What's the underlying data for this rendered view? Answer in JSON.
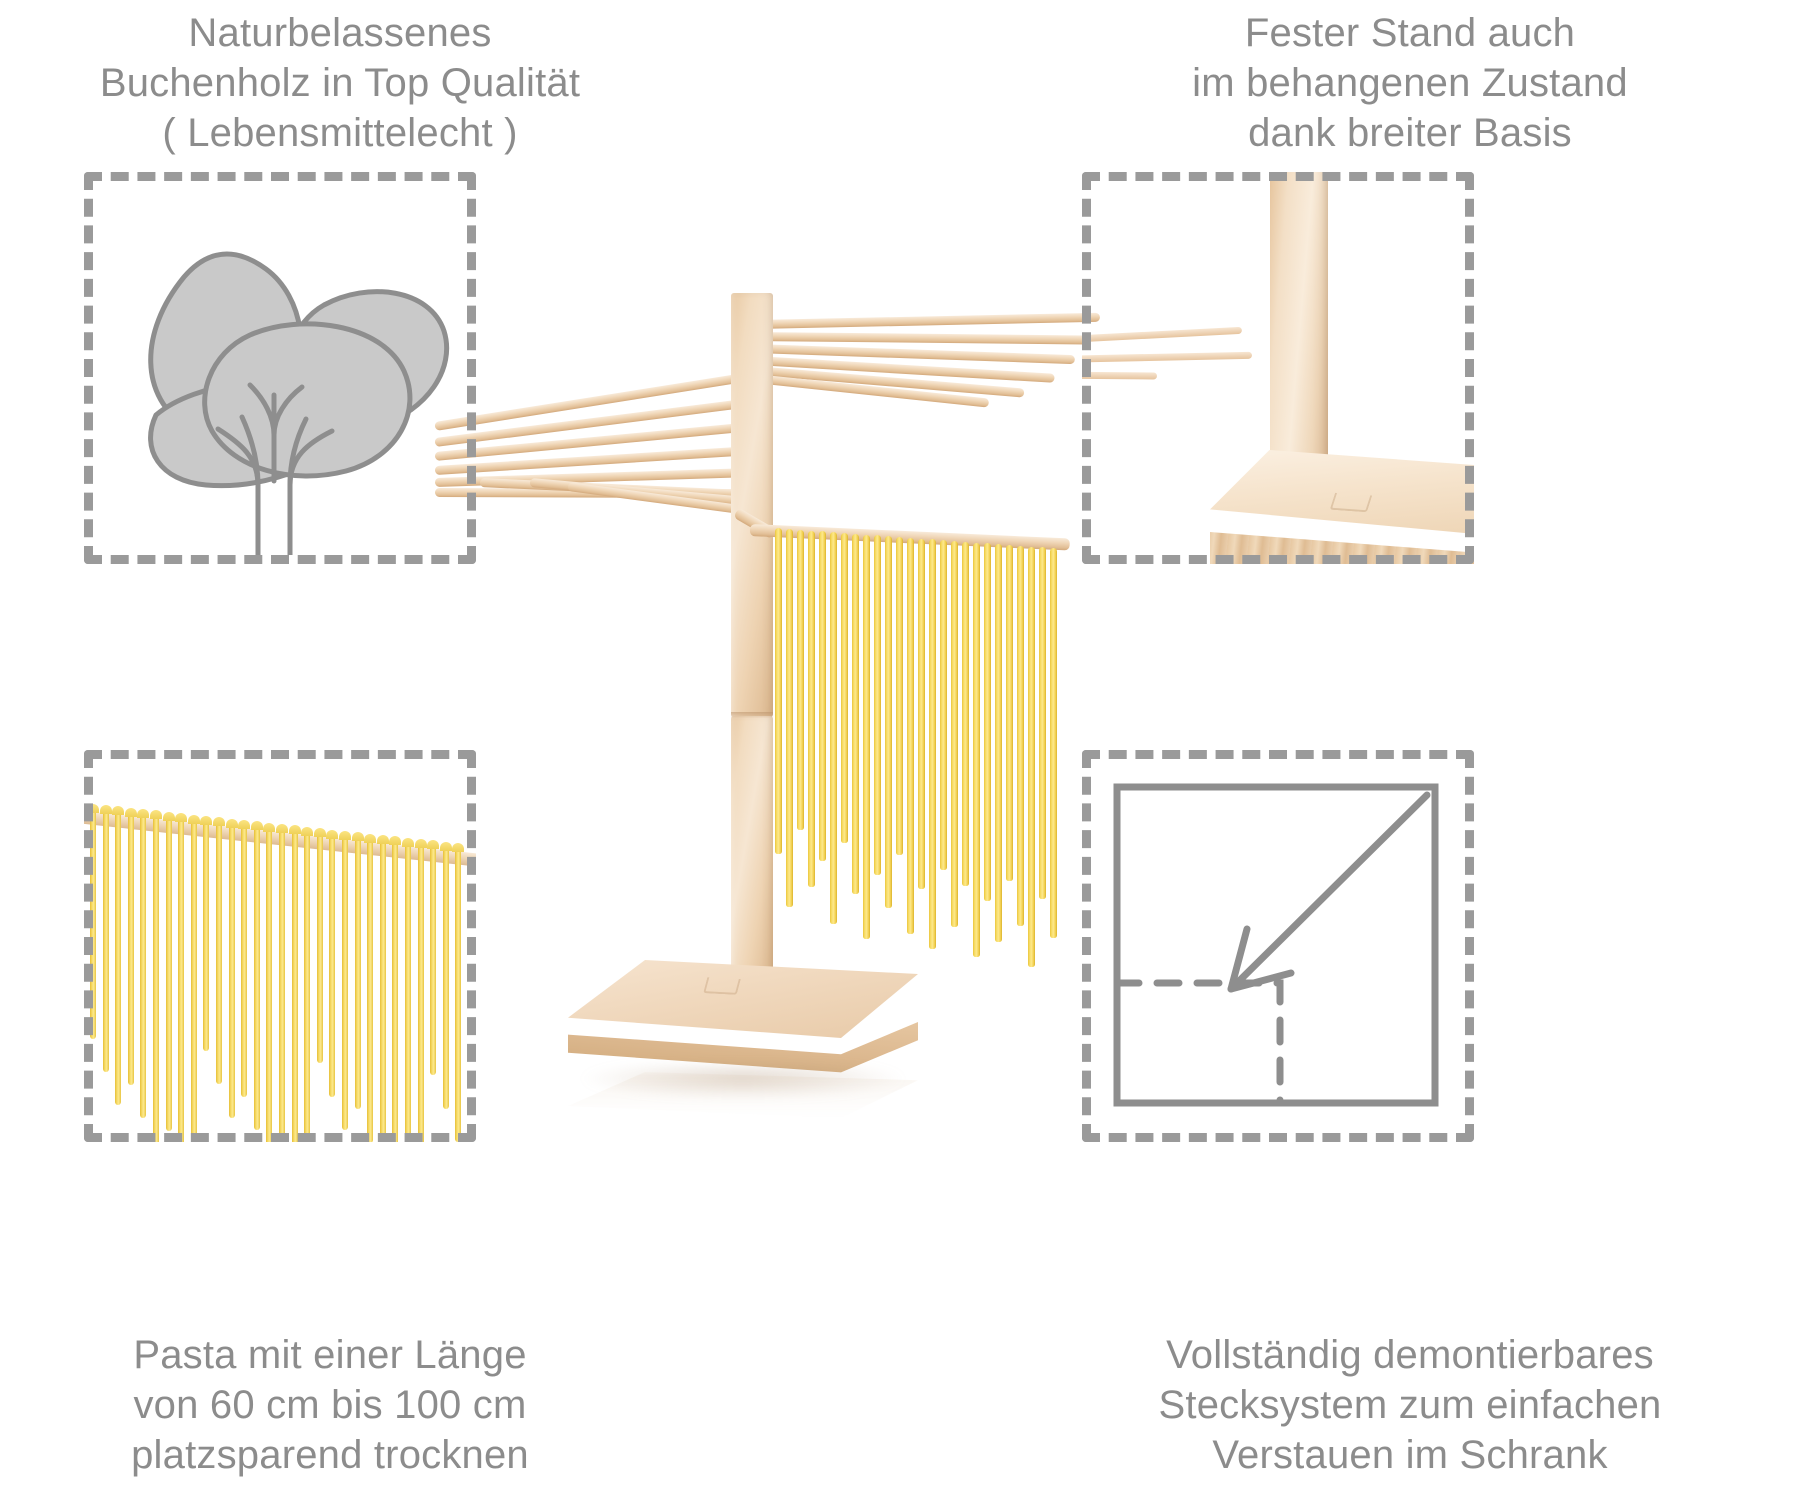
{
  "page": {
    "background_color": "#ffffff",
    "text_color": "#8c8c8c",
    "accent_wood_color": "#e8c9a3",
    "pasta_color": "#f7db63",
    "icon_gray": "#9a9a9a"
  },
  "features": [
    {
      "id": "material",
      "position": "top-left",
      "caption": "Naturbelassenes\nBuchenholz in Top Qualität\n( Lebensmittelecht )",
      "caption_lines": [
        "Naturbelassenes",
        "Buchenholz in Top Qualität",
        "( Lebensmittelecht )"
      ],
      "icon": "tree-icon",
      "icon_style": "gray-filled-tree"
    },
    {
      "id": "stability",
      "position": "top-right",
      "caption": "Fester Stand auch\nim behangenen Zustand\ndank breiter Basis",
      "caption_lines": [
        "Fester Stand auch",
        "im behangenen Zustand",
        "dank breiter Basis"
      ],
      "icon": "base-closeup-photo",
      "icon_style": "photo-crop"
    },
    {
      "id": "pasta-length",
      "position": "bottom-left",
      "caption": "Pasta mit einer Länge\nvon 60 cm bis 100 cm\nplatzsparend trocknen",
      "caption_lines": [
        "Pasta mit einer Länge",
        "von 60 cm bis 100 cm",
        "platzsparend trocknen"
      ],
      "icon": "hanging-pasta-photo",
      "icon_style": "photo-crop"
    },
    {
      "id": "disassembly",
      "position": "bottom-right",
      "caption": "Vollständig demontierbares\nStecksystem zum einfachen\nVerstauen im Schrank",
      "caption_lines": [
        "Vollständig demontierbares",
        "Stecksystem zum einfachen",
        "Verstauen im Schrank"
      ],
      "icon": "shrink-to-box-icon",
      "icon_style": "square-with-dashed-inner-square-and-diagonal-arrow"
    }
  ],
  "product": {
    "name": "pasta-drying-rack",
    "material": "beech wood",
    "parts": {
      "post": "vertical square column",
      "arms_upper": 9,
      "arms_middle": 9,
      "arms_lower": 1,
      "base": "square beech plate",
      "pasta_strands": 26
    }
  }
}
